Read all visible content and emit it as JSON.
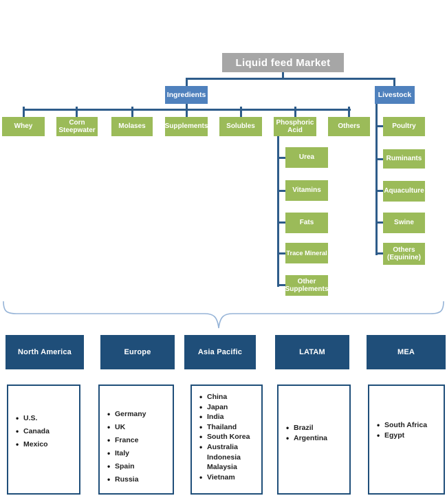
{
  "root_label": "Liquid feed Market",
  "ingredients": {
    "label": "Ingredients",
    "children": [
      "Whey",
      "Corn Steepwater",
      "Molases",
      "Supplements",
      "Solubles",
      "Phosphoric Acid",
      "Others"
    ],
    "phosphoric_acid_children": [
      "Urea",
      "Vitamins",
      "Fats",
      "Trace Mineral",
      "Other Supplements"
    ]
  },
  "livestock": {
    "label": "Livestock",
    "children": [
      "Poultry",
      "Ruminants",
      "Aquaculture",
      "Swine",
      "Others (Equinine)"
    ]
  },
  "regions": [
    {
      "label": "North America",
      "countries": [
        "U.S.",
        "Canada",
        "Mexico"
      ]
    },
    {
      "label": "Europe",
      "countries": [
        "Germany",
        "UK",
        "France",
        "Italy",
        "Spain",
        "Russia"
      ]
    },
    {
      "label": "Asia Pacific",
      "countries": [
        "China",
        "Japan",
        "India",
        "Thailand",
        "South Korea",
        "Australia",
        "Indonesia",
        "Malaysia",
        "Vietnam"
      ]
    },
    {
      "label": "LATAM",
      "countries": [
        "Brazil",
        "Argentina"
      ]
    },
    {
      "label": "MEA",
      "countries": [
        "South Africa",
        "Egypt"
      ]
    }
  ],
  "colors": {
    "category_green": "#9BBB59",
    "branch_blue": "#4F81BD",
    "title_gray": "#A6A6A6",
    "region_navy": "#1F4E79",
    "connector_blue": "#2E5C8A",
    "brace_light_blue": "#95B3D7"
  }
}
